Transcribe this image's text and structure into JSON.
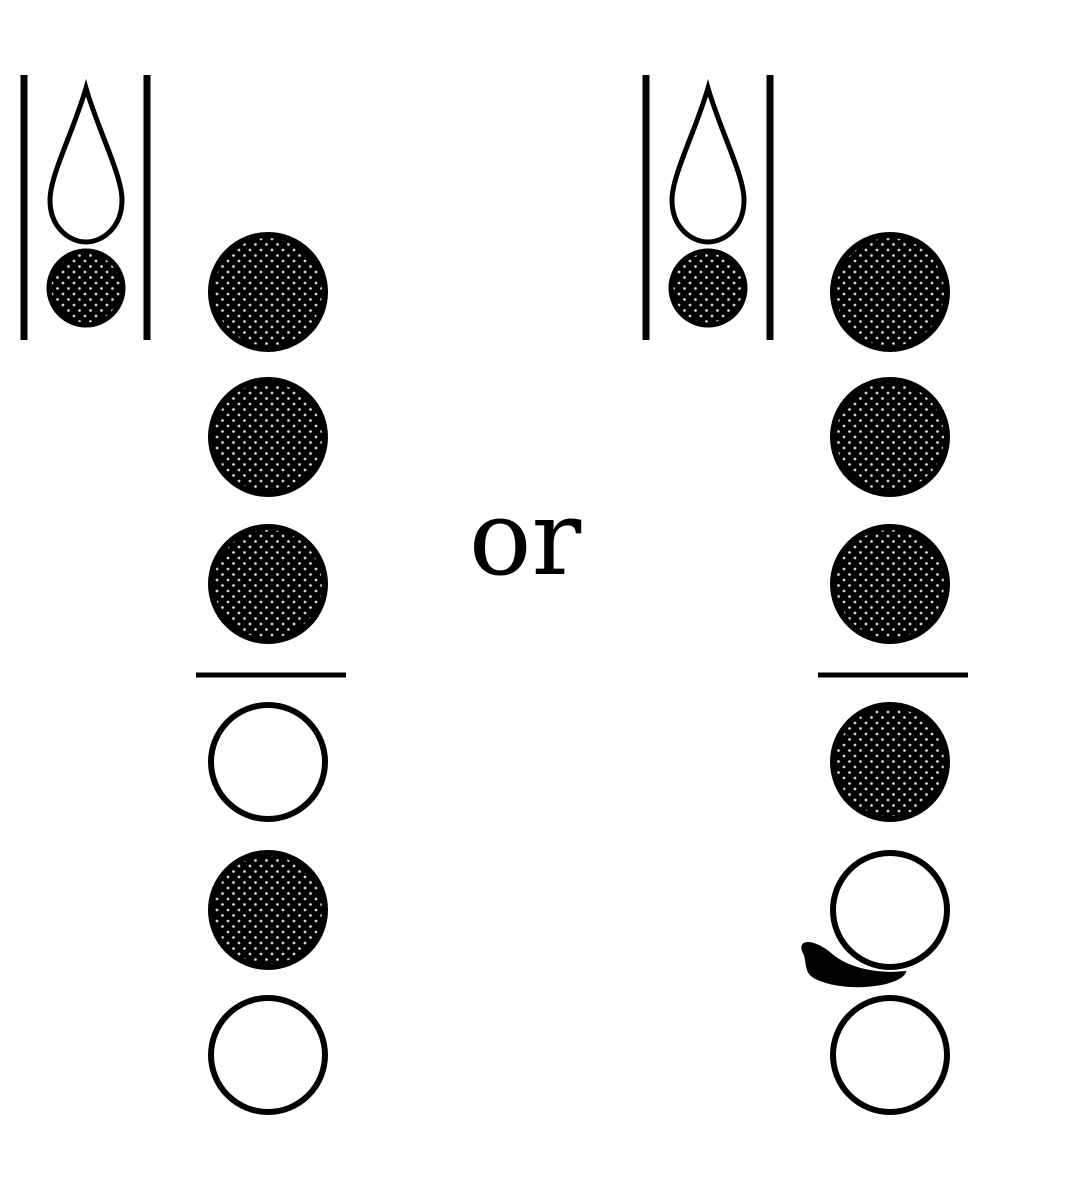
{
  "connector_text": "or",
  "colors": {
    "ink": "#000000",
    "paper": "#ffffff",
    "dot": "#cfcfcf"
  },
  "options": [
    {
      "name": "left-arrangement",
      "held_piece": "filled",
      "row": [
        "filled",
        "filled",
        "filled",
        "line",
        "empty",
        "filled",
        "empty"
      ],
      "bean": false
    },
    {
      "name": "right-arrangement",
      "held_piece": "filled",
      "row": [
        "filled",
        "filled",
        "filled",
        "line",
        "filled",
        "empty",
        "empty"
      ],
      "bean": true
    }
  ]
}
